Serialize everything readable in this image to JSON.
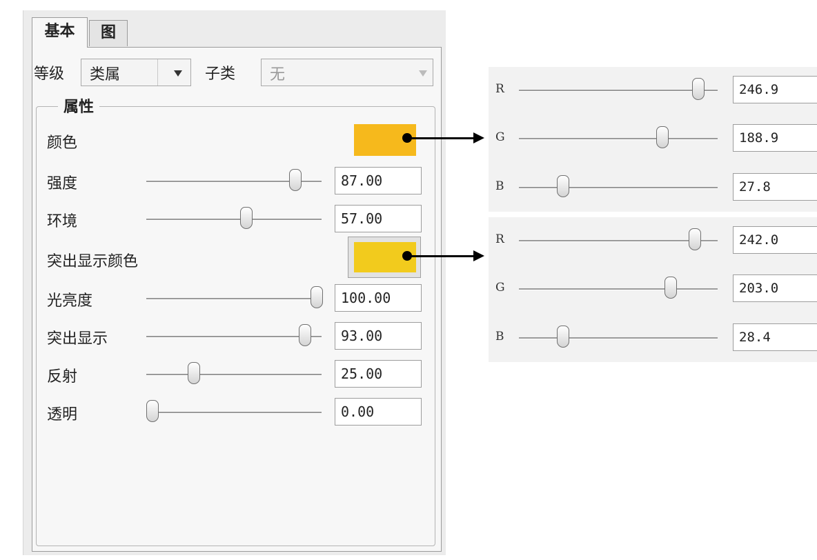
{
  "tabs": [
    {
      "label": "基本"
    },
    {
      "label": "图"
    }
  ],
  "filter": {
    "level_label": "等级",
    "class_value": "类属",
    "subclass_label": "子类",
    "subclass_value": "无"
  },
  "properties": {
    "group_title": "属性",
    "color_label": "颜色",
    "color_value": "#f6b91c",
    "highlight_color_label": "突出显示颜色",
    "highlight_color_value": "#f2cb1d",
    "sliders": [
      {
        "label": "强度",
        "value": "87.00",
        "fraction": 0.87
      },
      {
        "label": "环境",
        "value": "57.00",
        "fraction": 0.57
      },
      {
        "label": "光亮度",
        "value": "100.00",
        "fraction": 1.0
      },
      {
        "label": "突出显示",
        "value": "93.00",
        "fraction": 0.93
      },
      {
        "label": "反射",
        "value": "25.00",
        "fraction": 0.25
      },
      {
        "label": "透明",
        "value": "0.00",
        "fraction": 0.0
      }
    ]
  },
  "rgb_panels": [
    {
      "channels": [
        {
          "label": "R",
          "value": "246.9",
          "fraction": 0.968
        },
        {
          "label": "G",
          "value": "188.9",
          "fraction": 0.741
        },
        {
          "label": "B",
          "value": "27.8",
          "fraction": 0.109
        }
      ]
    },
    {
      "channels": [
        {
          "label": "R",
          "value": "242.0",
          "fraction": 0.949
        },
        {
          "label": "G",
          "value": "203.0",
          "fraction": 0.796
        },
        {
          "label": "B",
          "value": "28.4",
          "fraction": 0.111
        }
      ]
    }
  ]
}
